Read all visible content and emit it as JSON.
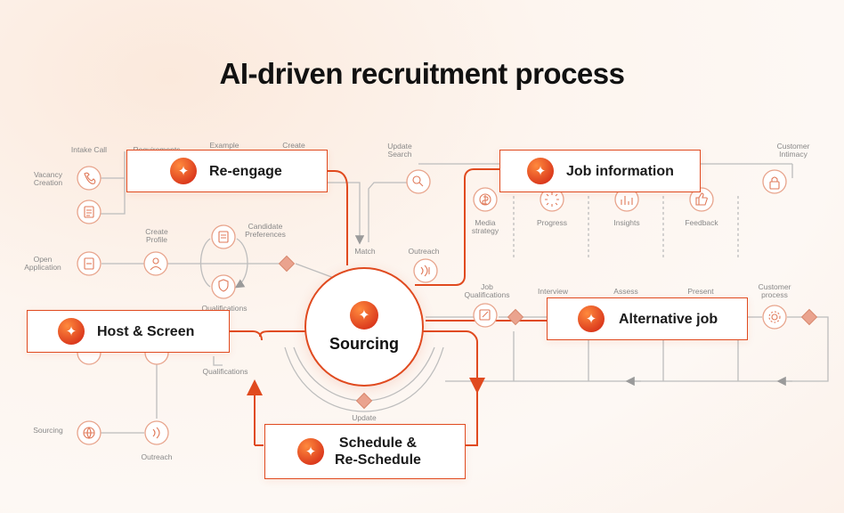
{
  "title": "AI-driven recruitment process",
  "center": "Sourcing",
  "cards": {
    "reengage": "Re-engage",
    "job_information": "Job information",
    "host_screen": "Host & Screen",
    "alternative_job": "Alternative job",
    "schedule_line1": "Schedule &",
    "schedule_line2": "Re-Schedule"
  },
  "labels": {
    "intake_call": "Intake Call",
    "requirements": "Requirements",
    "example": "Example",
    "create": "Create",
    "vacancy_creation_1": "Vacancy",
    "vacancy_creation_2": "Creation",
    "update_search_1": "Update",
    "update_search_2": "Search",
    "customer_intimacy_1": "Customer",
    "customer_intimacy_2": "Intimacy",
    "create_profile_1": "Create",
    "create_profile_2": "Profile",
    "candidate_prefs_1": "Candidate",
    "candidate_prefs_2": "Preferences",
    "open_application_1": "Open",
    "open_application_2": "Application",
    "match": "Match",
    "outreach_top": "Outreach",
    "media_strategy_1": "Media",
    "media_strategy_2": "strategy",
    "progress": "Progress",
    "insights": "Insights",
    "feedback": "Feedback",
    "qualifications_top": "Qualifications",
    "job_qualifications_1": "Job",
    "job_qualifications_2": "Qualifications",
    "interview": "Interview",
    "assess": "Assess",
    "present": "Present",
    "customer_process_1": "Customer",
    "customer_process_2": "process",
    "qualifications_mid": "Qualifications",
    "update": "Update",
    "sourcing_small": "Sourcing",
    "outreach_bottom": "Outreach"
  },
  "colors": {
    "accent": "#e04a1f",
    "node_stroke": "#e8a48c",
    "line": "#b9b9b9",
    "diamond": "#e8a38f"
  },
  "icons": [
    "sparkle-icon",
    "phone-icon",
    "document-icon",
    "user-icon",
    "shield-icon",
    "search-icon",
    "dollar-icon",
    "progress-icon",
    "chart-icon",
    "thumbs-up-icon",
    "lock-icon",
    "voice-icon",
    "edit-icon",
    "gear-icon",
    "globe-icon"
  ]
}
